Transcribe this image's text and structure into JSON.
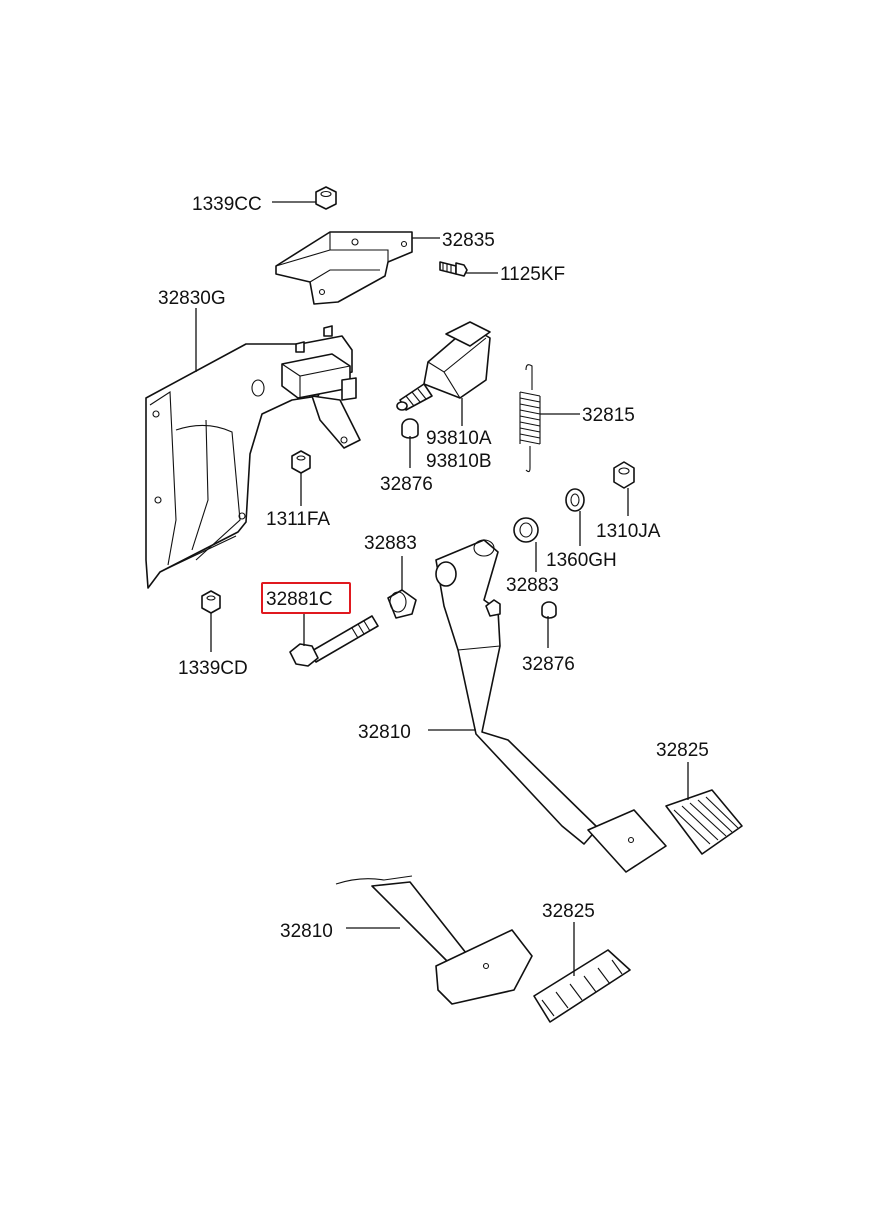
{
  "labels": {
    "nut_top": "1339CC",
    "bracket": "32835",
    "bolt_small": "1125KF",
    "support": "32830G",
    "switch_a": "93810A",
    "switch_b": "93810B",
    "spring": "32815",
    "stopper_upper": "32876",
    "nut_mid": "1311FA",
    "nut_right": "1310JA",
    "bushing_left": "32883",
    "bushing_right": "32883",
    "washer": "1360GH",
    "pivot_bolt": "32881C",
    "stopper_lower": "32876",
    "nut_lower": "1339CD",
    "pedal_upper": "32810",
    "pad_upper": "32825",
    "pedal_lower": "32810",
    "pad_lower": "32825"
  },
  "highlight_color": "#e0191f"
}
